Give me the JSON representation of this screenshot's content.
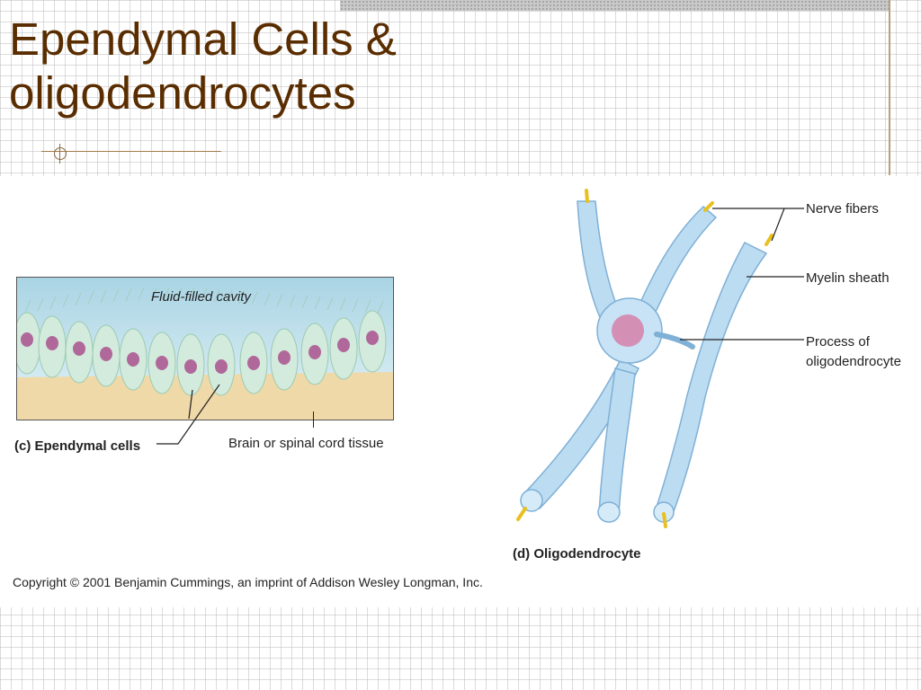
{
  "slide": {
    "title_line1": "Ependymal Cells &",
    "title_line2": "oligodendrocytes"
  },
  "ependymal_figure": {
    "cavity_label": "Fluid-filled cavity",
    "caption": "(c) Ependymal cells",
    "tissue_label": "Brain or spinal cord tissue"
  },
  "oligodendrocyte_figure": {
    "nerve_fibers_label": "Nerve fibers",
    "myelin_sheath_label": "Myelin sheath",
    "process_label_line1": "Process of",
    "process_label_line2": "oligodendrocyte",
    "caption": "(d) Oligodendrocyte"
  },
  "copyright": "Copyright © 2001 Benjamin Cummings, an imprint of Addison Wesley Longman, Inc.",
  "colors": {
    "title": "#5a2d00",
    "cell_fill": "#cfe7d8",
    "nucleus": "#b0689a",
    "tissue": "#f0d9a8",
    "cavity": "#c6e3ec",
    "myelin": "#b9dcf3",
    "axon": "#e8c020"
  }
}
